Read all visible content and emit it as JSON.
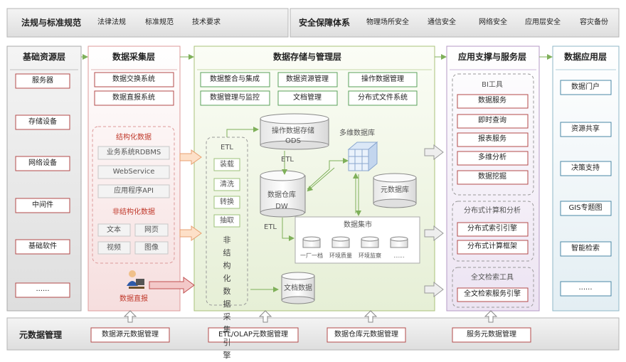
{
  "top": {
    "left_title": "法规与标准规范",
    "left_items": [
      "法律法规",
      "标准规范",
      "技术要求"
    ],
    "right_title": "安全保障体系",
    "right_items": [
      "物理场所安全",
      "通信安全",
      "网络安全",
      "应用层安全",
      "容灾备份"
    ]
  },
  "col1": {
    "title": "基础资源层",
    "items": [
      "服务器",
      "存储设备",
      "网络设备",
      "中间件",
      "基础软件",
      "......"
    ]
  },
  "col2": {
    "title": "数据采集层",
    "items": [
      "数据交换系统",
      "数据直报系统"
    ],
    "structured_title": "结构化数据",
    "structured_items": [
      "业务系统RDBMS",
      "WebService",
      "应用程序API"
    ],
    "unstructured_title": "非结构化数据",
    "unstructured_items": [
      "文本",
      "网页",
      "视频",
      "图像"
    ],
    "direct_label": "数据直报"
  },
  "col3": {
    "title": "数据存储与管理层",
    "items": [
      "数据整合与集成",
      "数据资源管理",
      "操作数据管理",
      "数据管理与监控",
      "文档管理",
      "分布式文件系统"
    ],
    "etl_title": "ETL",
    "etl_items": [
      "装载",
      "清洗",
      "转换",
      "抽取"
    ],
    "unstructured_engine": "非结构化数据采集引擎",
    "ods_line1": "操作数据存储",
    "ods_line2": "ODS",
    "etl_label": "ETL",
    "dw_line1": "数据仓库",
    "dw_line2": "DW",
    "mdb_label": "多维数据库",
    "meta_db": "元数据库",
    "mart_title": "数据集市",
    "mart_items": [
      "一厂一档",
      "环境质量",
      "环境监察",
      "......"
    ],
    "etl_label2": "ETL",
    "doc_data": "文档数据"
  },
  "col4": {
    "title": "应用支撑与服务层",
    "bi_title": "BI工具",
    "bi_items": [
      "数据服务",
      "即时查询",
      "报表服务",
      "多维分析",
      "数据挖掘"
    ],
    "dist_title": "分布式计算和分析",
    "dist_items": [
      "分布式索引引擎",
      "分布式计算框架"
    ],
    "search_title": "全文检索工具",
    "search_items": [
      "全文检索服务引擎"
    ]
  },
  "col5": {
    "title": "数据应用层",
    "items": [
      "数据门户",
      "资源共享",
      "决策支持",
      "GIS专题图",
      "智能检索",
      "......"
    ]
  },
  "bottom": {
    "title": "元数据管理",
    "items": [
      "数据源元数据管理",
      "ETL/OLAP元数据管理",
      "数据仓库元数据管理",
      "服务元数据管理"
    ]
  }
}
